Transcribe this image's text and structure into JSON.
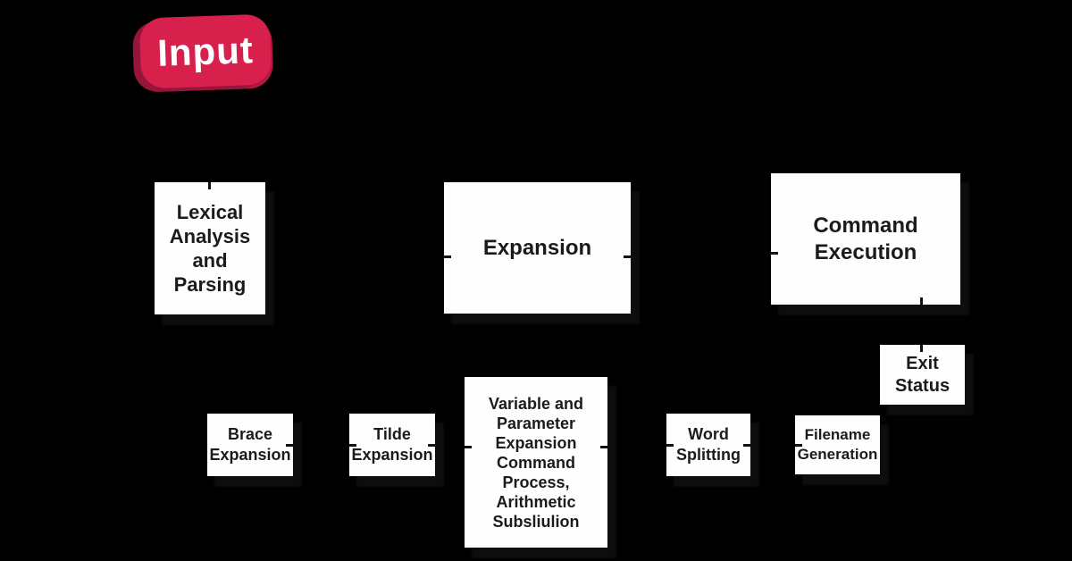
{
  "diagram": {
    "background_color": "#000000",
    "input_badge": {
      "label": "Input",
      "fill_color": "#d8204c",
      "shadow_color": "#97153a",
      "text_color": "#ffffff"
    },
    "box_style": {
      "fill_color": "#ffffff",
      "text_color": "#1b1b1b"
    },
    "stages": [
      {
        "label": "Lexical Analysis and Parsing"
      },
      {
        "label": "Expansion"
      },
      {
        "label": "Command Execution"
      }
    ],
    "expansion_steps": [
      {
        "label": "Brace Expansion"
      },
      {
        "label": "Tilde Expansion"
      },
      {
        "label": "Variable and Parameter Expansion Command Process, Arithmetic Subsliulion"
      },
      {
        "label": "Word Splitting"
      },
      {
        "label": "Filename Generation"
      }
    ],
    "result_box": {
      "label": "Exit Status"
    }
  }
}
